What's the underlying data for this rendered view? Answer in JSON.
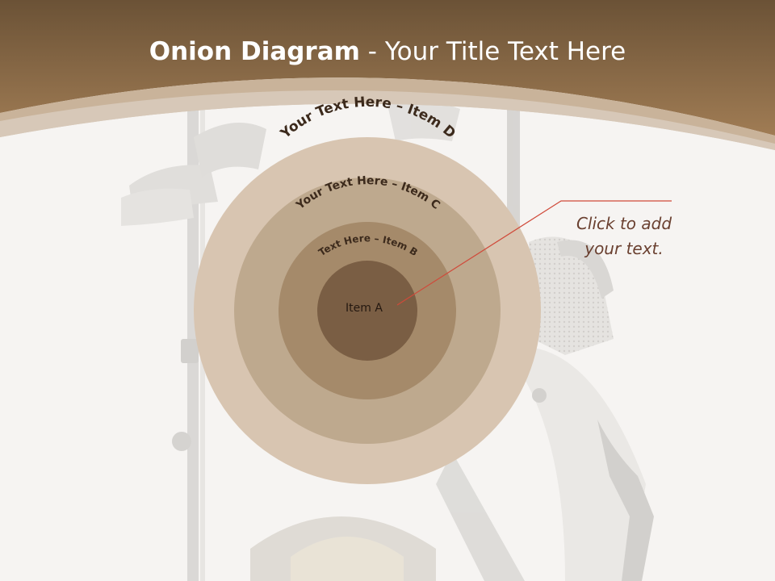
{
  "slide": {
    "title_bold": "Onion Diagram",
    "title_rest": " - Your Title Text Here"
  },
  "diagram": {
    "layers": [
      {
        "label": "Your Text Here – Item D",
        "color": "#d8c5b1"
      },
      {
        "label": "Your Text Here – Item C",
        "color": "#bea98e"
      },
      {
        "label": "Text Here – Item B",
        "color": "#a58a6a"
      },
      {
        "label": "Item A",
        "color": "#7a5e44"
      }
    ],
    "label_color": "#3c2a1c",
    "core_label_color": "#241810"
  },
  "callout": {
    "line1": "Click  to add",
    "line2": "your text.",
    "text_color": "#6a4030",
    "line_color": "#d04a3a"
  },
  "theme": {
    "header_dark": "#6b5236",
    "header_light": "#a07c54",
    "background": "#f6f4f2"
  }
}
